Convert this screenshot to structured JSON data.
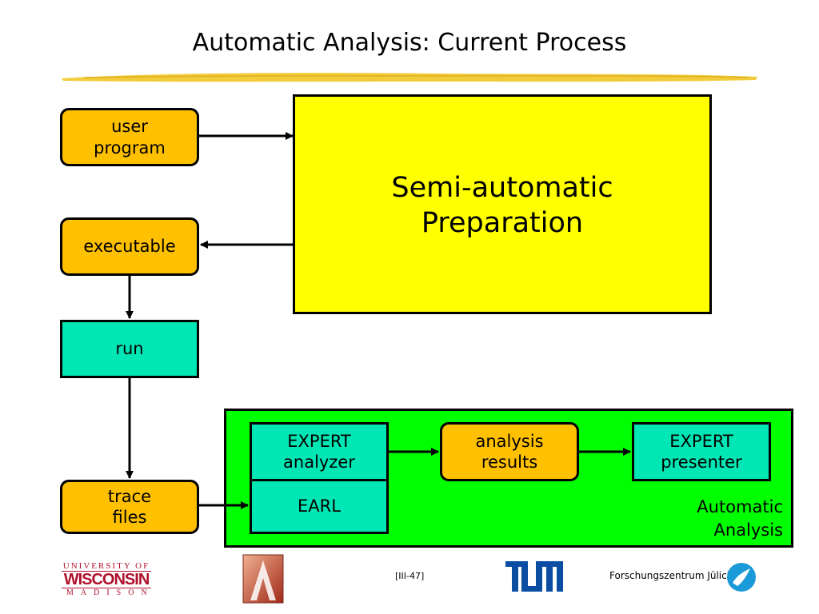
{
  "title": "Automatic Analysis: Current Process",
  "nodes": {
    "user_program": [
      "user",
      "program"
    ],
    "executable": "executable",
    "run": "run",
    "trace_files": [
      "trace",
      "files"
    ],
    "semi_automatic": [
      "Semi-automatic",
      "Preparation"
    ],
    "expert_analyzer": [
      "EXPERT",
      "analyzer"
    ],
    "earl": "EARL",
    "analysis_results": [
      "analysis",
      "results"
    ],
    "expert_presenter": [
      "EXPERT",
      "presenter"
    ],
    "automatic_analysis": [
      "Automatic",
      "Analysis"
    ]
  },
  "footer": {
    "page": "[III-47]",
    "uw_logo": [
      "UNIVERSITY OF",
      "WISCONSIN",
      "MADISON"
    ],
    "fzj": "Forschungszentrum Jülich"
  },
  "colors": {
    "orange_box": "#ffc000",
    "teal_box": "#00e6b4",
    "yellow_box": "#ffff00",
    "green_panel": "#00ff00"
  }
}
